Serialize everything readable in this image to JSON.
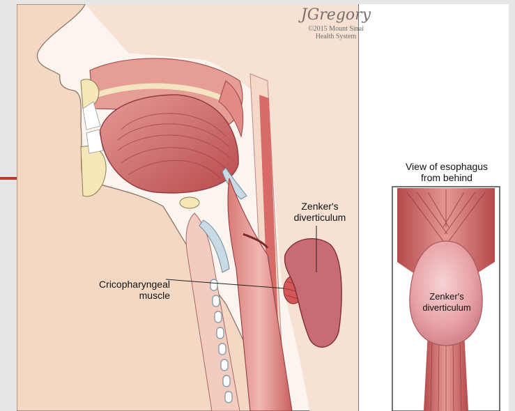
{
  "signature": "JGregory",
  "copyright": {
    "line1": "©2015 Mount Sinai",
    "line2": "Health System"
  },
  "labels": {
    "zenker_main": {
      "line1": "Zenker's",
      "line2": "diverticulum"
    },
    "cricopharyngeal": {
      "line1": "Cricopharyngeal",
      "line2": "muscle"
    },
    "inset_title": {
      "line1": "View of esophagus",
      "line2": "from behind"
    },
    "zenker_inset": {
      "line1": "Zenker's",
      "line2": "diverticulum"
    }
  },
  "colors": {
    "accent": "#c0392b",
    "skin": "#f2d6bd",
    "muscle": "#c85a5a",
    "tissue": "#e9a8a3",
    "cartilage": "#c8dbe5"
  }
}
